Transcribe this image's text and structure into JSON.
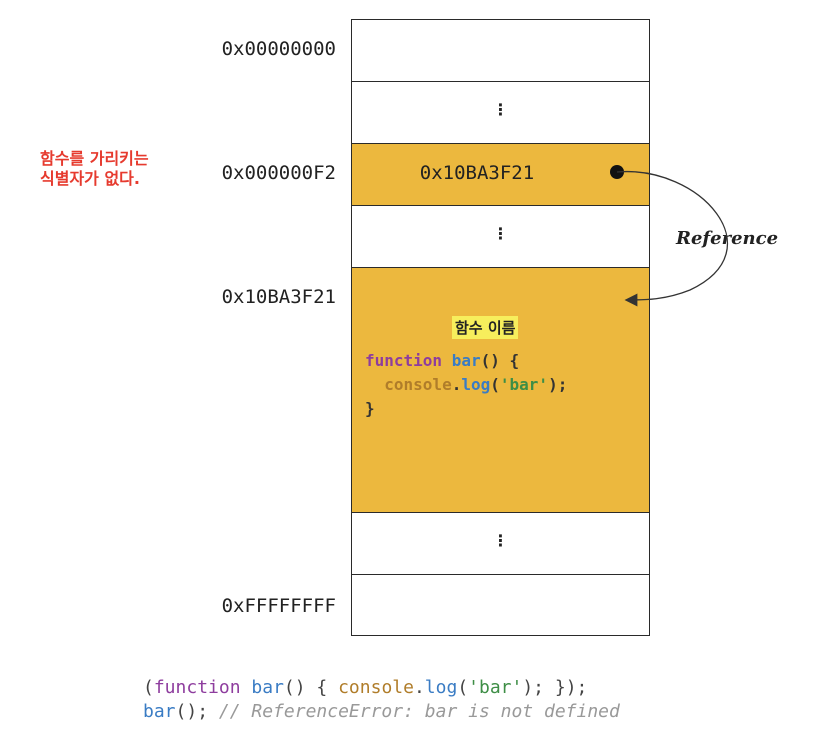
{
  "addresses": {
    "start": "0x00000000",
    "ptr": "0x000000F2",
    "func": "0x10BA3F21",
    "end": "0xFFFFFFFF"
  },
  "cells": {
    "pointer_value": "0x10BA3F21",
    "dots": "⋮"
  },
  "note": {
    "line1": "함수를 가리키는",
    "line2": "식별자가 없다."
  },
  "reference_label": "Reference",
  "function_box": {
    "name_label": "함수 이름",
    "code": {
      "kw": "function",
      "name": "bar",
      "sig_rest": "() {",
      "indent": "  ",
      "obj": "console",
      "dot": ".",
      "method": "log",
      "open": "(",
      "str": "'bar'",
      "close": ");",
      "end": "}"
    }
  },
  "bottom_code": {
    "line1": {
      "open": "(",
      "kw": "function",
      "name": "bar",
      "mid": "() { ",
      "obj": "console",
      "dot": ".",
      "method": "log",
      "paren": "(",
      "str": "'bar'",
      "tail": "); });"
    },
    "line2": {
      "call": "bar",
      "rest": "(); ",
      "comment": "// ReferenceError: bar is not defined"
    }
  },
  "colors": {
    "memory_fill": "#ECB83E",
    "note_red": "#E63A2E",
    "highlight": "#F7EE5C"
  }
}
